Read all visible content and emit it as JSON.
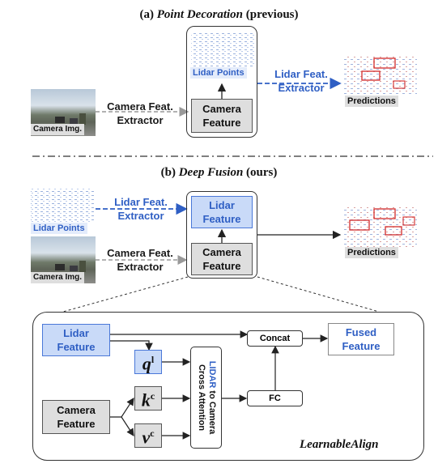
{
  "section_a": {
    "label": "(a)",
    "method": "Point Decoration",
    "suffix": "(previous)",
    "camera_img_label": "Camera Img.",
    "camera_extractor": [
      "Camera Feat.",
      "Extractor"
    ],
    "lidar_points_label": "Lidar Points",
    "camera_feature": [
      "Camera",
      "Feature"
    ],
    "lidar_extractor": [
      "Lidar Feat.",
      "Extractor"
    ],
    "predictions_label": "Predictions"
  },
  "section_b": {
    "label": "(b)",
    "method": "Deep Fusion",
    "suffix": "(ours)",
    "lidar_points_label": "Lidar Points",
    "camera_img_label": "Camera Img.",
    "lidar_extractor": [
      "Lidar Feat.",
      "Extractor"
    ],
    "camera_extractor": [
      "Camera Feat.",
      "Extractor"
    ],
    "lidar_feature": [
      "Lidar",
      "Feature"
    ],
    "camera_feature": [
      "Camera",
      "Feature"
    ],
    "predictions_label": "Predictions"
  },
  "learnable_align": {
    "title": "LearnableAlign",
    "lidar_feature": [
      "Lidar",
      "Feature"
    ],
    "camera_feature": [
      "Camera",
      "Feature"
    ],
    "q_symbol": "q",
    "q_sup": "l",
    "k_symbol": "k",
    "k_sup": "c",
    "v_symbol": "v",
    "v_sup": "c",
    "attention_prefix": "LIDAR",
    "attention_rest": " to Camera",
    "attention_line2": "Cross Attention",
    "concat": "Concat",
    "fc": "FC",
    "fused_feature": [
      "Fused",
      "Feature"
    ]
  },
  "colors": {
    "lidar_blue": "#2f5fc4",
    "light_blue": "#c9daf8",
    "gray_box": "#dedede",
    "prediction_red": "#d22b2b"
  }
}
